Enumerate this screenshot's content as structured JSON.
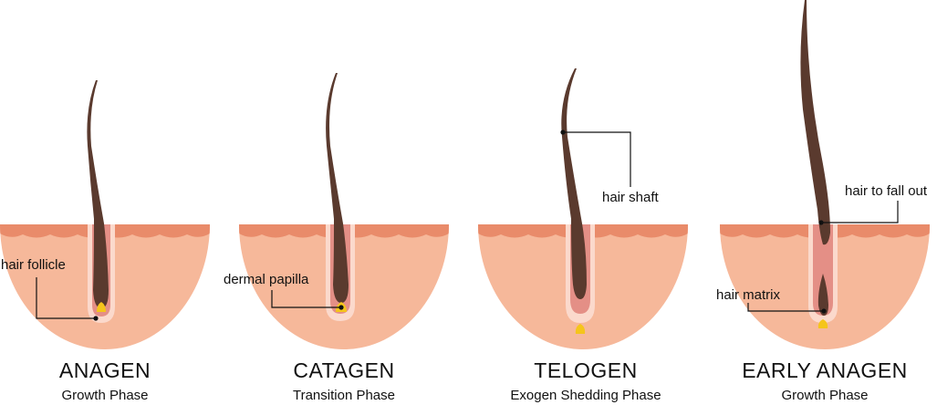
{
  "colors": {
    "skin": "#f6b89a",
    "skin_top": "#e98b6a",
    "follicle_outer": "#fbd9cc",
    "follicle_inner": "#e48f86",
    "hair": "#5a3a2e",
    "papilla": "#f5c51b",
    "leader": "#111111"
  },
  "phases": [
    {
      "title": "ANAGEN",
      "subtitle": "Growth Phase"
    },
    {
      "title": "CATAGEN",
      "subtitle": "Transition Phase"
    },
    {
      "title": "TELOGEN",
      "subtitle": "Exogen Shedding Phase"
    },
    {
      "title": "EARLY ANAGEN",
      "subtitle": "Growth Phase"
    }
  ],
  "labels": {
    "hair_follicle": "hair follicle",
    "dermal_papilla": "dermal papilla",
    "hair_shaft": "hair shaft",
    "hair_to_fall_out": "hair to fall out",
    "hair_matrix": "hair matrix"
  }
}
